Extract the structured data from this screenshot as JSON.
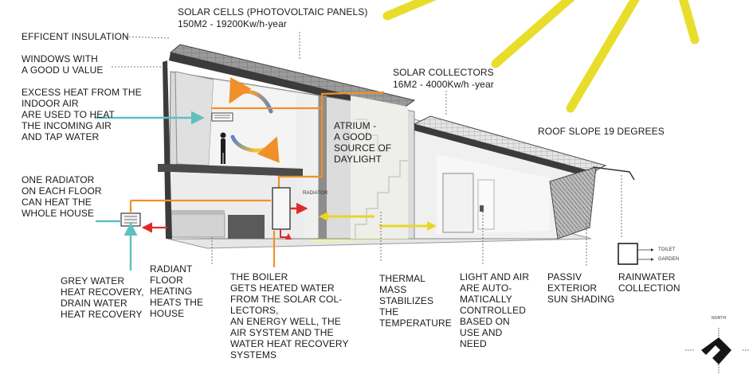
{
  "labels": {
    "solar_cells_title": "SOLAR CELLS (PHOTOVOLTAIC PANELS)",
    "solar_cells_value": "150M2 - 19200Kw/h-year",
    "insulation": "EFFICENT INSULATION",
    "windows": "WINDOWS WITH\nA GOOD U VALUE",
    "excess_heat": "EXCESS HEAT FROM THE\nINDOOR AIR\nARE USED TO HEAT\nTHE INCOMING AIR\nAND TAP WATER",
    "solar_collectors_title": "SOLAR COLLECTORS",
    "solar_collectors_value": "16M2 - 4000Kw/h -year",
    "atrium": "ATRIUM -\nA GOOD\nSOURCE OF\nDAYLIGHT",
    "roof_slope": "ROOF SLOPE 19 DEGREES",
    "radiator_note": "ONE RADIATOR\nON EACH FLOOR\nCAN HEAT THE\nWHOLE HOUSE",
    "radiator_tag": "RADIATOR",
    "grey_water": "GREY WATER\nHEAT RECOVERY,\nDRAIN WATER\nHEAT RECOVERY",
    "radiant_floor": "RADIANT\nFLOOR\nHEATING\nHEATS THE\nHOUSE",
    "boiler": "THE BOILER\nGETS HEATED WATER\nFROM THE SOLAR COL-\nLECTORS,\nAN ENERGY WELL, THE\nAIR SYSTEM AND THE\nWATER HEAT RECOVERY\nSYSTEMS",
    "thermal_mass": "THERMAL\nMASS\nSTABILIZES\nTHE\nTEMPERATURE",
    "light_air": "LIGHT AND AIR\nARE AUTO-\nMATICALLY\nCONTROLLED\nBASED ON\nUSE AND\nNEED",
    "sun_shading": "PASSIV\nEXTERIOR\nSUN SHADING",
    "rainwater": "RAINWATER\nCOLLECTION",
    "toilet": "TOILET",
    "garden": "GARDEN",
    "north": "NORTH"
  },
  "colors": {
    "sun_ray": "#e8dd2a",
    "warm_pipe": "#f0902a",
    "hot_pipe": "#e02a2a",
    "fresh_air": "#5fc0c0",
    "floor_tint": "#eef3a0",
    "roof": "#5a5a5a",
    "leader": "#555555"
  },
  "icons": {
    "sun": "sun-rays-icon",
    "north": "north-arrow-icon",
    "rain_tank": "rain-tank-icon"
  }
}
